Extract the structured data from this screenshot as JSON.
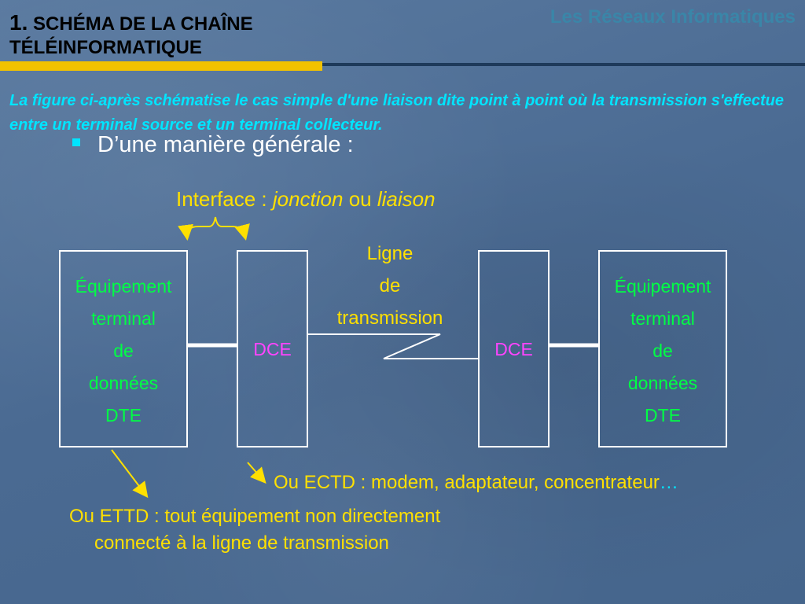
{
  "header": {
    "title_number": "1.",
    "title_line1": "SCHÉMA DE LA CHAÎNE",
    "title_line2": "TÉLÉINFORMATIQUE",
    "topic": "Les Réseaux Informatiques"
  },
  "intro": "La figure ci-après schématise le cas simple d'une liaison dite point à point où la transmission s'effectue entre un terminal source et un terminal collecteur.",
  "bullet": "D’une manière générale :",
  "interface": {
    "prefix": "Interface : ",
    "term1": "jonction",
    "middle": " ou ",
    "term2": "liaison"
  },
  "line_label": [
    "Ligne",
    "de",
    "transmission"
  ],
  "dte_left": [
    "Équipement",
    "terminal",
    "de",
    "données",
    "DTE"
  ],
  "dte_right": [
    "Équipement",
    "terminal",
    "de",
    "données",
    "DTE"
  ],
  "dce_left": "DCE",
  "dce_right": "DCE",
  "ectd": {
    "text": "Ou ECTD : modem, adaptateur, concentrateur",
    "trailing": "…"
  },
  "ettd": "Ou ETTD : tout équipement non directement connecté à la ligne de transmission",
  "colors": {
    "title": "#000000",
    "topic": "#3a86a8",
    "intro": "#00e5ff",
    "dte_text": "#00ff44",
    "dce_text": "#ff44ff",
    "annotation": "#ffe000",
    "line": "#ffffff",
    "arrow": "#ffe000"
  }
}
